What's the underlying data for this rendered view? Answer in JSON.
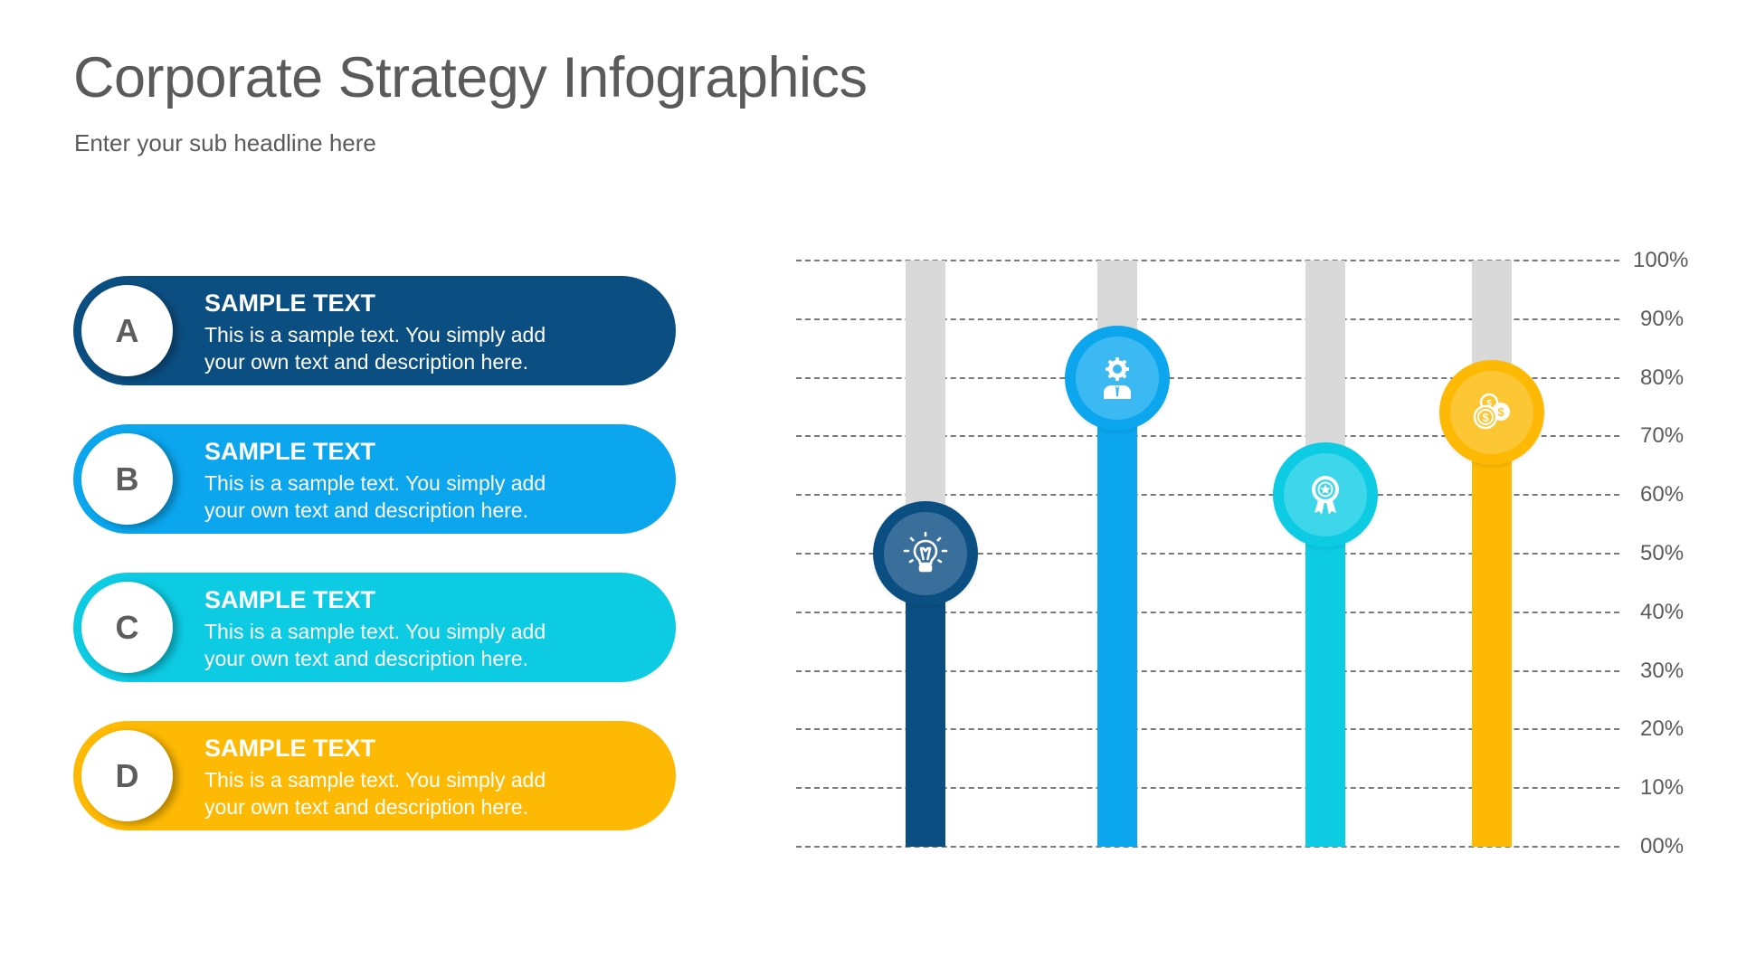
{
  "header": {
    "title": "Corporate Strategy Infographics",
    "subtitle": "Enter your sub headline here"
  },
  "items": [
    {
      "letter": "A",
      "heading": "SAMPLE TEXT",
      "body": "This is a sample text. You simply add your own text and description here.",
      "color": "#0b4f82"
    },
    {
      "letter": "B",
      "heading": "SAMPLE TEXT",
      "body": "This is a sample text. You simply add your own text and description here.",
      "color": "#0ba6ee"
    },
    {
      "letter": "C",
      "heading": "SAMPLE TEXT",
      "body": "This is a sample text. You simply add your own text and description here.",
      "color": "#0ccbe3"
    },
    {
      "letter": "D",
      "heading": "SAMPLE TEXT",
      "body": "This is a sample text. You simply add your own text and description here.",
      "color": "#fdb903"
    }
  ],
  "chart_data": {
    "type": "bar",
    "title": "",
    "xlabel": "",
    "ylabel": "",
    "categories": [
      "A",
      "B",
      "C",
      "D"
    ],
    "values": [
      50,
      80,
      60,
      74
    ],
    "icons": [
      "lightbulb-icon",
      "gear-person-icon",
      "award-ribbon-icon",
      "coins-icon"
    ],
    "colors": [
      "#0b4f82",
      "#0ba6ee",
      "#0ccbe3",
      "#fdb903"
    ],
    "marker_inner_colors": [
      "#3a6f9b",
      "#3cb8f2",
      "#3dd6ea",
      "#fdc634"
    ],
    "track_color": "#d9d9d9",
    "ylim": [
      0,
      100
    ],
    "yticks": [
      "100%",
      "90%",
      "80%",
      "70%",
      "60%",
      "50%",
      "40%",
      "30%",
      "20%",
      "10%",
      "00%"
    ],
    "grid": true,
    "grid_style": "dashed",
    "axis_label_position": "right",
    "legend": "none"
  }
}
